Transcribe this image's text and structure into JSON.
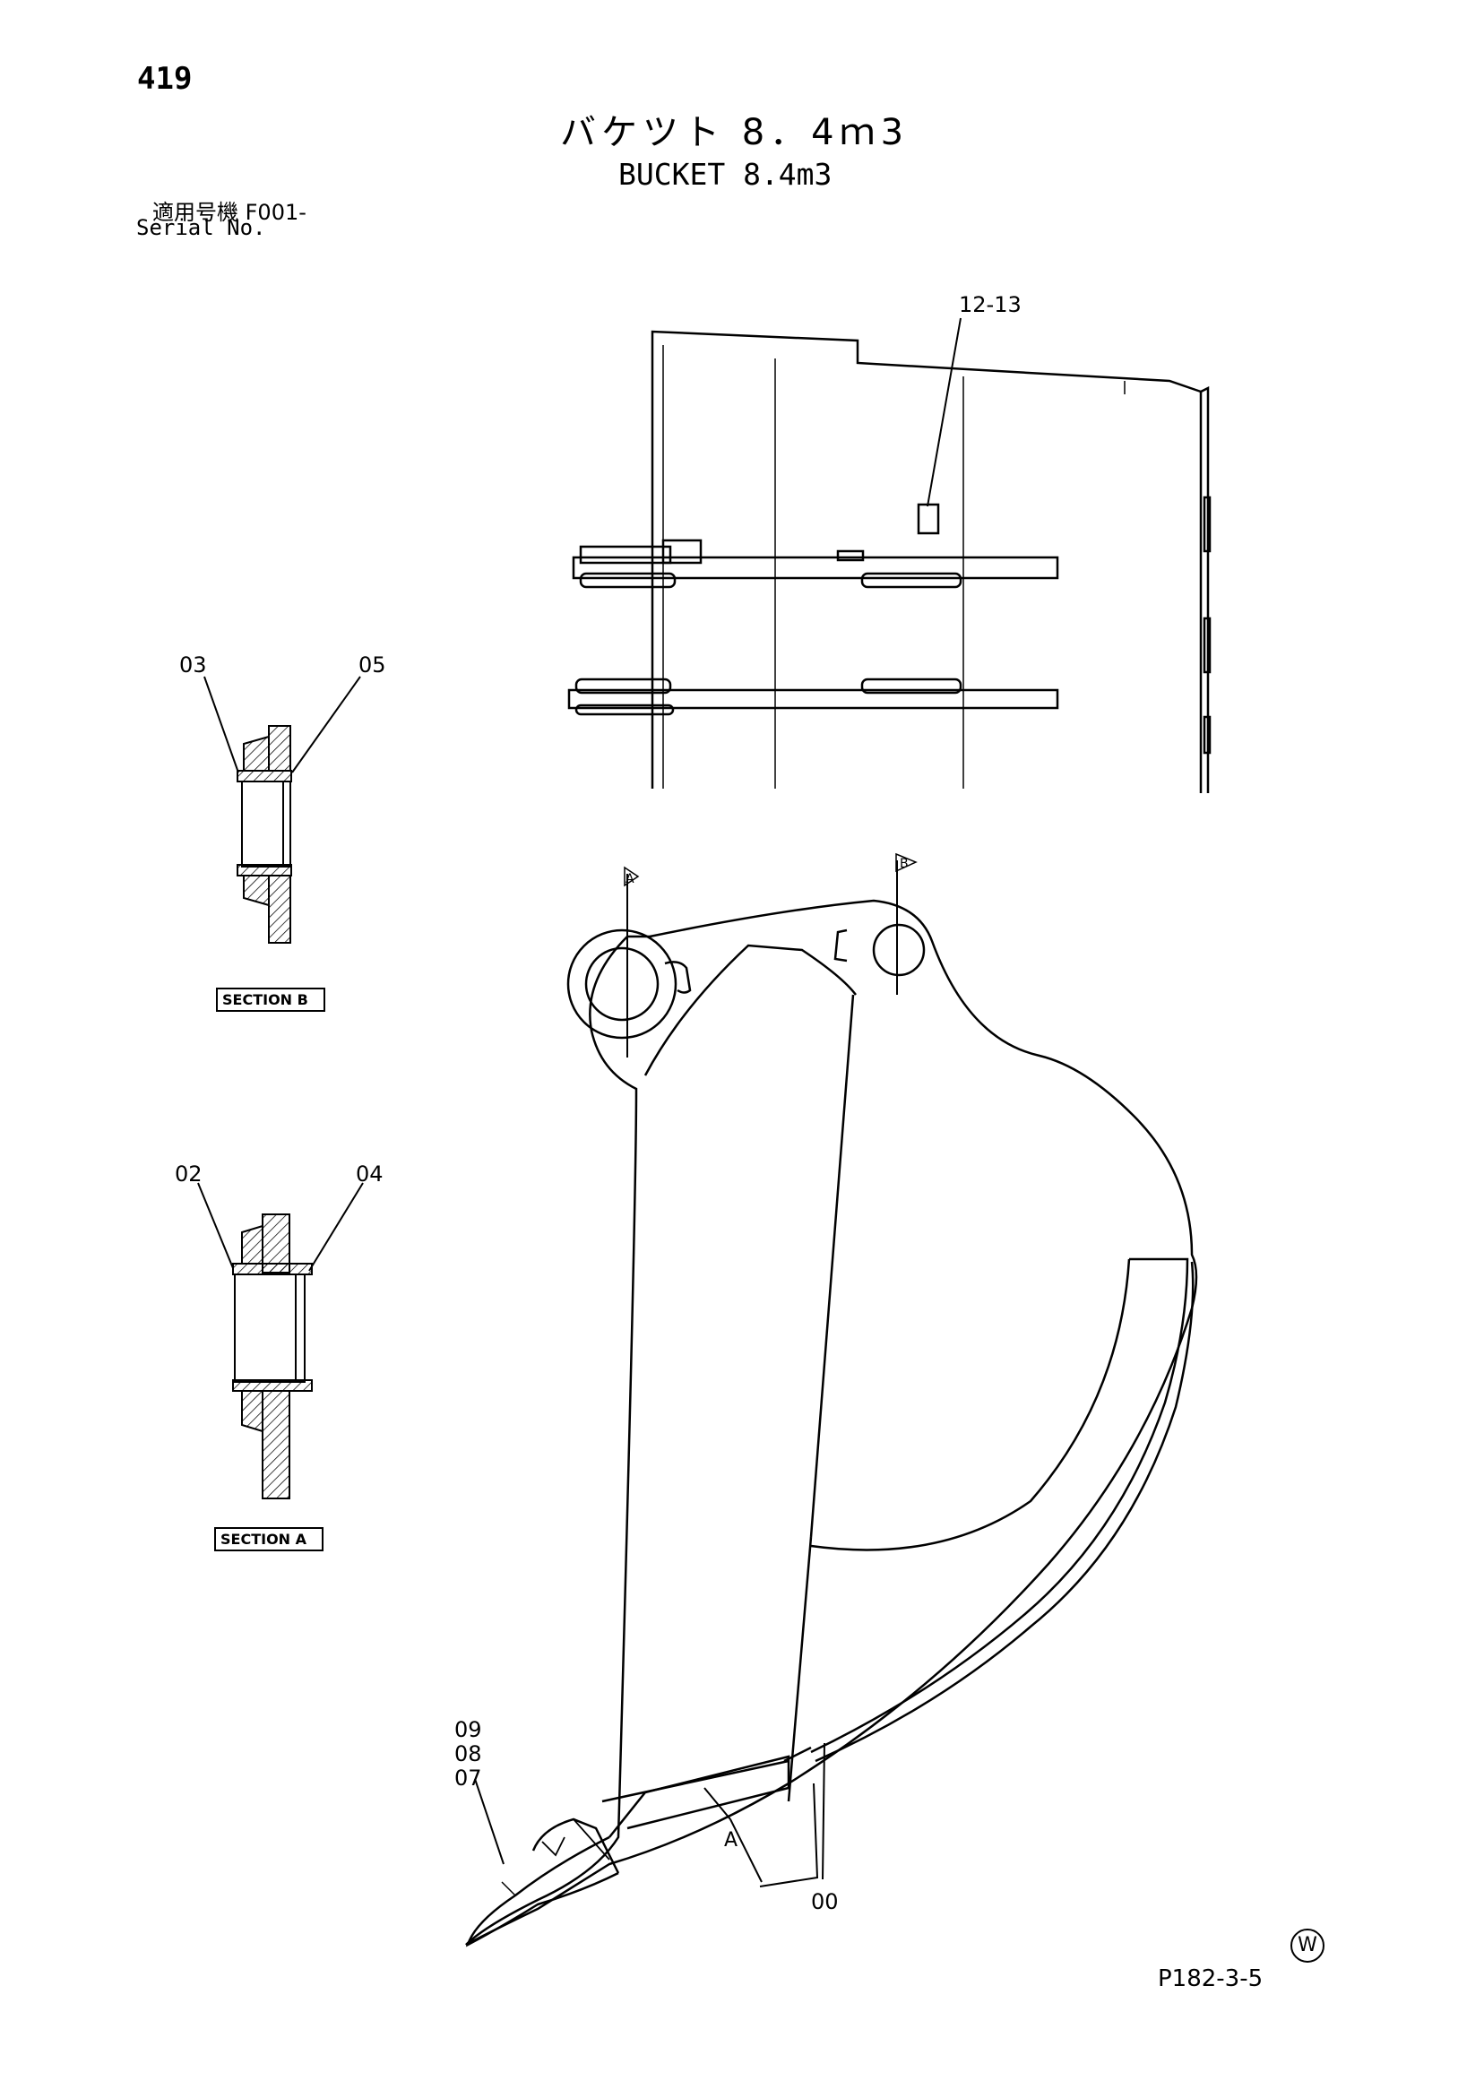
{
  "header": {
    "page_number": "419",
    "title_jp": "バケツト 8．4ｍ3",
    "title_en": "BUCKET 8.4m3",
    "serial_label_jp": "適用号機 F001-",
    "serial_label_en": "Serial No."
  },
  "callouts": {
    "c12_13": "12-13",
    "c03": "03",
    "c05": "05",
    "c02": "02",
    "c04": "04",
    "c09": "09",
    "c08": "08",
    "c07": "07",
    "c00": "00",
    "cA": "A",
    "marker_a": "A",
    "marker_b": "B"
  },
  "sections": {
    "section_b": "SECTION B",
    "section_a": "SECTION A"
  },
  "footer": {
    "drawing_code": "P182-3-5",
    "watermark": "W"
  }
}
